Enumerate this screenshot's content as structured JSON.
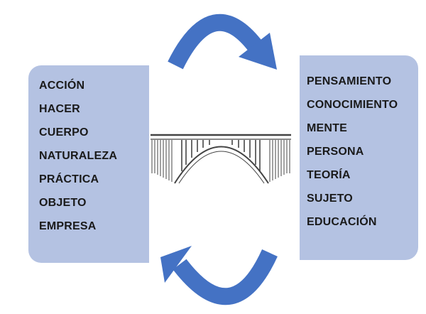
{
  "left_panel": {
    "items": [
      "ACCIÓN",
      "HACER",
      "CUERPO",
      "NATURALEZA",
      "PRÁCTICA",
      "OBJETO",
      "EMPRESA"
    ]
  },
  "right_panel": {
    "items": [
      "PENSAMIENTO",
      "CONOCIMIENTO",
      "MENTE",
      "PERSONA",
      "TEORÍA",
      "SUJETO",
      "EDUCACIÓN"
    ]
  },
  "colors": {
    "panel": "#b4c2e2",
    "arrow": "#4472c4",
    "bridge": "#444444"
  },
  "icons": {
    "top": "curved-arrow-right-icon",
    "center": "arch-bridge-icon",
    "bottom": "curved-arrow-left-icon"
  }
}
